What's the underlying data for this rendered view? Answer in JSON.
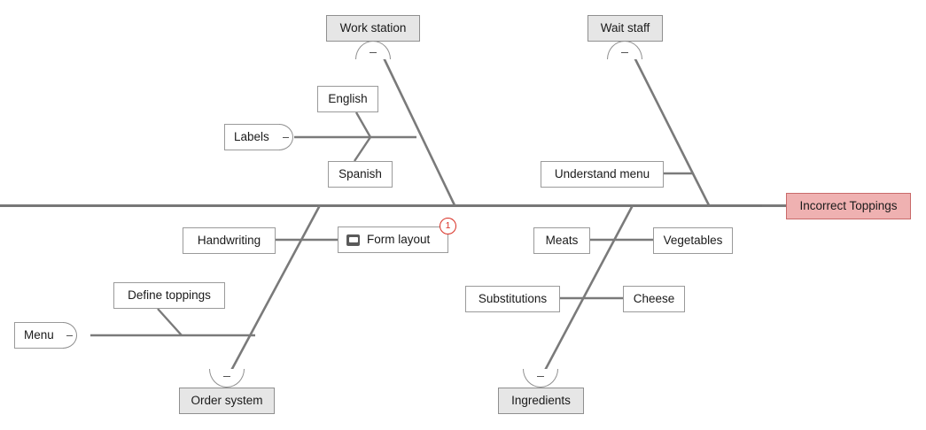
{
  "diagram": {
    "type": "fishbone",
    "title": "Incorrect Toppings",
    "colors": {
      "spine": "#777777",
      "branch": "#7a7a7a",
      "node_border": "#9a9a9a",
      "category_fill": "#e6e6e6",
      "effect_fill": "#efb1b1",
      "effect_border": "#c96a6a",
      "badge": "#d93025"
    },
    "effect": {
      "label": "Incorrect Toppings"
    },
    "collapse_symbol": "–",
    "categories": [
      {
        "id": "work-station",
        "label": "Work station",
        "position": "top",
        "collapse_symbol": "–"
      },
      {
        "id": "wait-staff",
        "label": "Wait staff",
        "position": "top",
        "collapse_symbol": "–"
      },
      {
        "id": "order-system",
        "label": "Order system",
        "position": "bottom",
        "collapse_symbol": "–"
      },
      {
        "id": "ingredients",
        "label": "Ingredients",
        "position": "bottom",
        "collapse_symbol": "–"
      }
    ],
    "causes": [
      {
        "id": "labels",
        "label": "Labels",
        "collapse_symbol": "–",
        "has_collapse": true
      },
      {
        "id": "english",
        "label": "English",
        "has_collapse": false
      },
      {
        "id": "spanish",
        "label": "Spanish",
        "has_collapse": false
      },
      {
        "id": "understand-menu",
        "label": "Understand menu",
        "has_collapse": false
      },
      {
        "id": "handwriting",
        "label": "Handwriting",
        "has_collapse": false
      },
      {
        "id": "form-layout",
        "label": "Form layout",
        "has_collapse": false,
        "icon": "note-icon",
        "badge": "1"
      },
      {
        "id": "define-toppings",
        "label": "Define toppings",
        "has_collapse": false
      },
      {
        "id": "menu",
        "label": "Menu",
        "collapse_symbol": "–",
        "has_collapse": true
      },
      {
        "id": "meats",
        "label": "Meats",
        "has_collapse": false
      },
      {
        "id": "vegetables",
        "label": "Vegetables",
        "has_collapse": false
      },
      {
        "id": "substitutions",
        "label": "Substitutions",
        "has_collapse": false
      },
      {
        "id": "cheese",
        "label": "Cheese",
        "has_collapse": false
      }
    ]
  }
}
